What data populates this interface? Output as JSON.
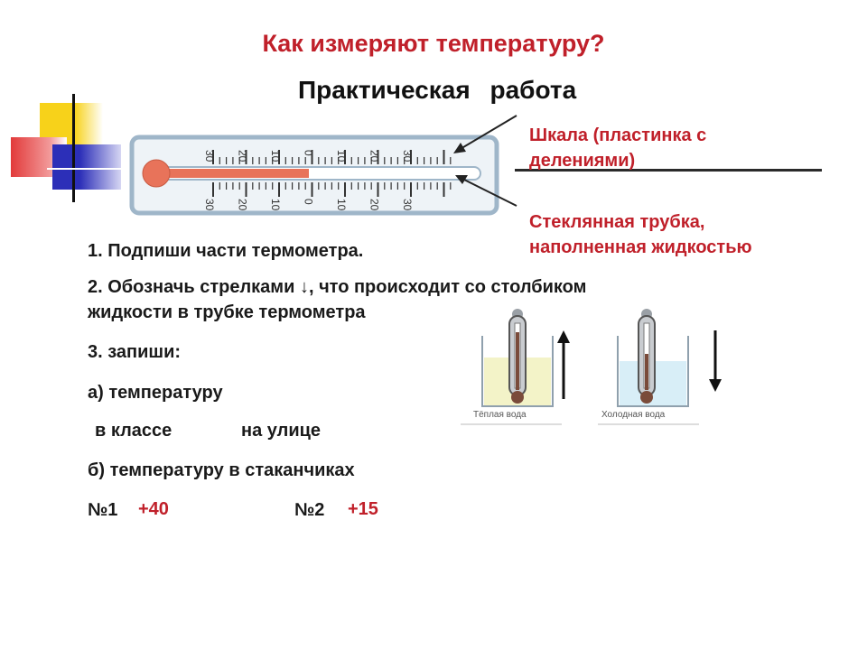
{
  "title": "Как измеряют температуру?",
  "subtitle": "Практическая работа",
  "labels": {
    "scale": "Шкала (пластинка с делениями)",
    "scale_line1": "Шкала (пластинка с",
    "scale_line2": "делениями)",
    "tube_line1": "Стеклянная трубка,",
    "tube_line2": "наполненная жидкостью"
  },
  "tasks": {
    "t1": "1. Подпиши части термометра.",
    "t2_line1": "2. Обозначь стрелками  ↓, что происходит со столбиком",
    "t2_line2": "жидкости в трубке термометра",
    "t3": "3. запиши:",
    "t3a": "а) температуру",
    "in_class": "в классе",
    "outside": "на улице",
    "t3b": "б) температуру в стаканчиках",
    "n1": "№1",
    "n1_value": "+40",
    "n2": "№2",
    "n2_value": "+15"
  },
  "thermometer": {
    "top_ticks": [
      "30",
      "20",
      "10",
      "0",
      "10",
      "20",
      "30"
    ],
    "bottom_ticks": [
      "30",
      "20",
      "10",
      "0",
      "10",
      "20",
      "30"
    ],
    "liquid_color": "#e8735a",
    "frame_color": "#9fb6c9"
  },
  "beakers": {
    "warm_caption": "Тёплая вода",
    "cold_caption": "Холодная вода",
    "warm_color": "#f3f3c8",
    "cold_color": "#d8eef7"
  },
  "colors": {
    "accent_red": "#c0202a",
    "deco_yellow": "#f7d21a",
    "deco_red": "#e23a3a",
    "deco_blue": "#2c2fb8"
  }
}
